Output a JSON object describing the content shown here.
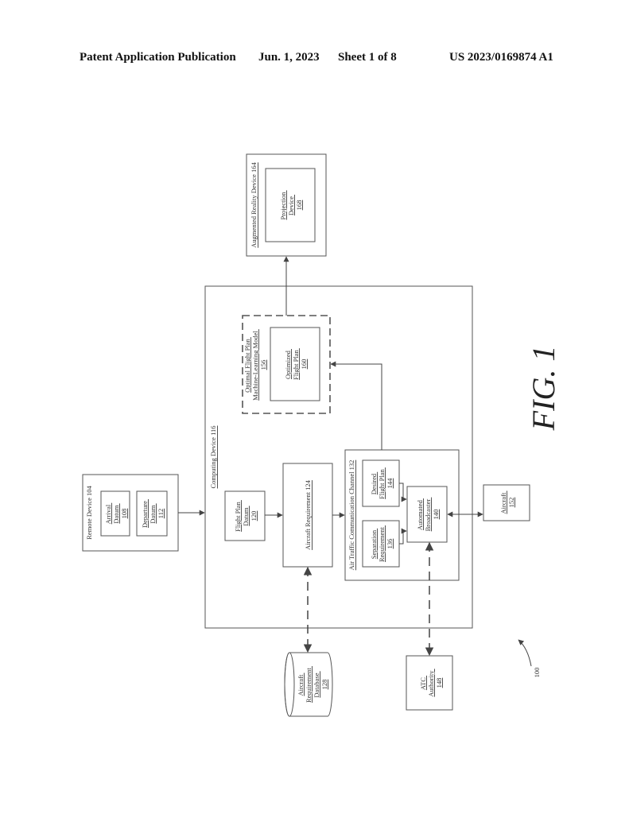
{
  "header": {
    "publication": "Patent Application Publication",
    "date": "Jun. 1, 2023",
    "sheet": "Sheet 1 of 8",
    "number": "US 2023/0169874 A1"
  },
  "figure": {
    "label": "FIG. 1",
    "ref": "100"
  },
  "boxes": {
    "remote_device": {
      "title": "Remote Device 104"
    },
    "arrival_datum": {
      "line1": "Arrival",
      "line2": "Datum",
      "num": "108"
    },
    "departure_datum": {
      "line1": "Departure",
      "line2": "Datum",
      "num": "112"
    },
    "computing_device": {
      "title": "Computing Device 116"
    },
    "flight_plan_datum": {
      "line1": "Flight Plan",
      "line2": "Datum",
      "num": "120"
    },
    "aircraft_requirement": {
      "title": "Aircraft Requirement 124"
    },
    "atc_channel": {
      "title": "Air Traffic Communication Channel 132"
    },
    "separation_requirement": {
      "line1": "Separation",
      "line2": "Requirement",
      "num": "136"
    },
    "desired_flight_plan": {
      "line1": "Desired",
      "line2": "Flight Plan",
      "num": "144"
    },
    "automated_broadcaster": {
      "line1": "Automated",
      "line2": "Broadcaster",
      "num": "140"
    },
    "ml_model": {
      "line1": "Optimal Flight Plan",
      "line2": "Machine-Learning Model",
      "num": "156"
    },
    "optimized_flight_plan": {
      "line1": "Optimized",
      "line2": "Flight Plan",
      "num": "160"
    },
    "ar_device": {
      "title": "Augmented Reality Device 164"
    },
    "projection_device": {
      "line1": "Projection",
      "line2": "Device",
      "num": "168"
    },
    "aircraft": {
      "line1": "Aircraft",
      "num": "152"
    },
    "database": {
      "line1": "Aircraft",
      "line2": "Requirement",
      "line3": "Database",
      "num": "128"
    },
    "atc_authority": {
      "line1": "ATC",
      "line2": "Authority",
      "num": "148"
    }
  }
}
